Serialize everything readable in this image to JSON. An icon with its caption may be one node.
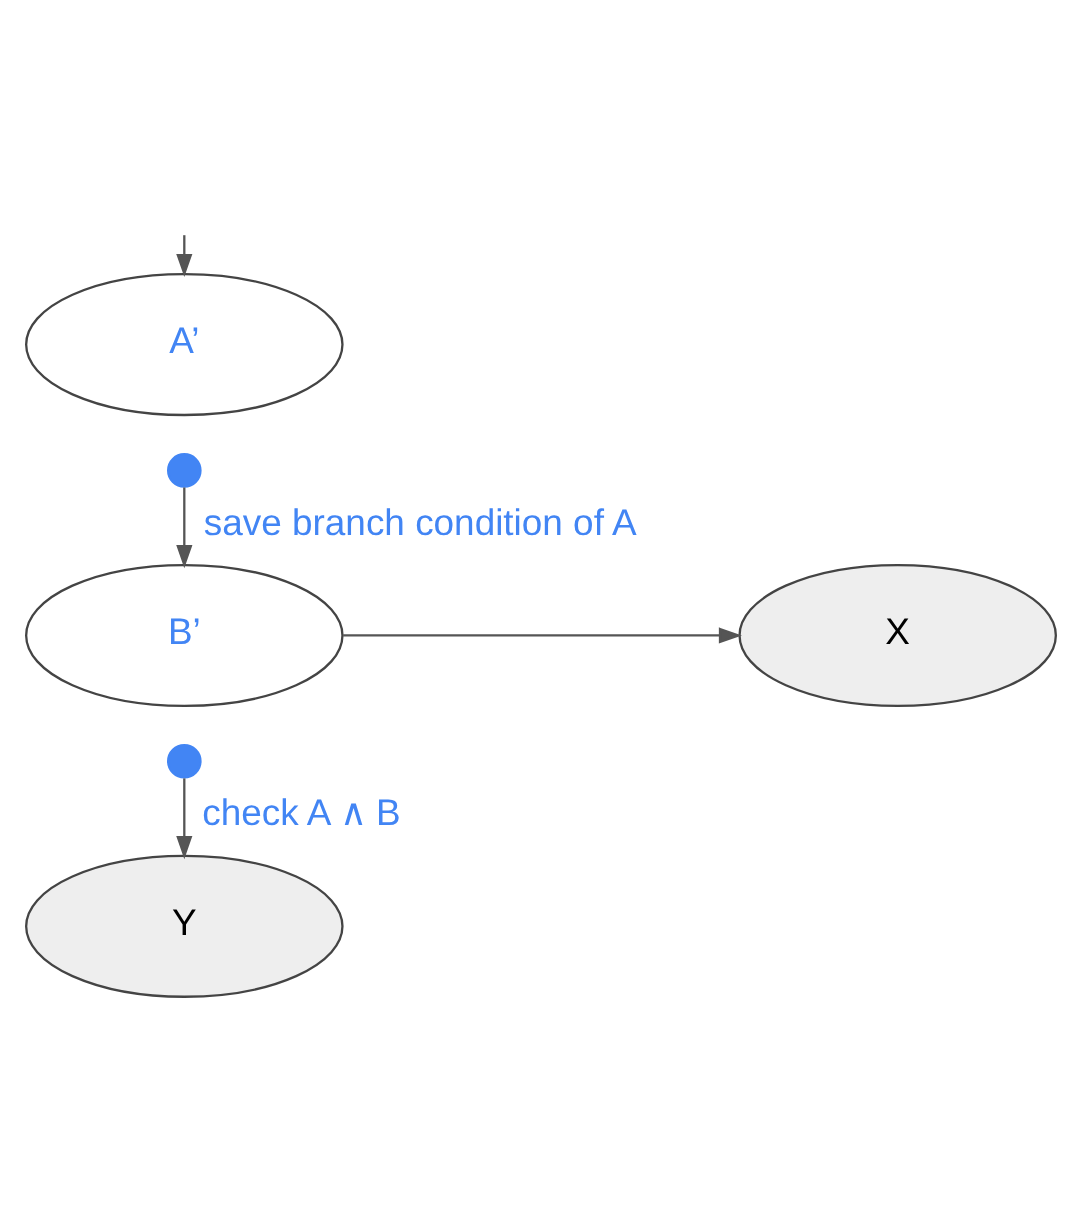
{
  "diagram": {
    "nodes": [
      {
        "text": [
          "A’"
        ]
      },
      {
        "text": [],
        "shape": "circle"
      },
      {
        "text": [
          "B’"
        ]
      },
      {
        "text": [],
        "shape": "circle"
      },
      {
        "text": [
          "X"
        ]
      },
      {
        "text": [
          "Y"
        ]
      }
    ],
    "edges": [
      {
        "from": null,
        "to": 0,
        "arrow": "to"
      },
      {
        "from": 1,
        "to": 2,
        "arrow": "to",
        "label": "save branch condition of A"
      },
      {
        "from": 2,
        "to": 4,
        "arrow": "to"
      },
      {
        "from": 3,
        "to": 5,
        "arrow": "to",
        "label": "check A ∧ B"
      }
    ]
  }
}
